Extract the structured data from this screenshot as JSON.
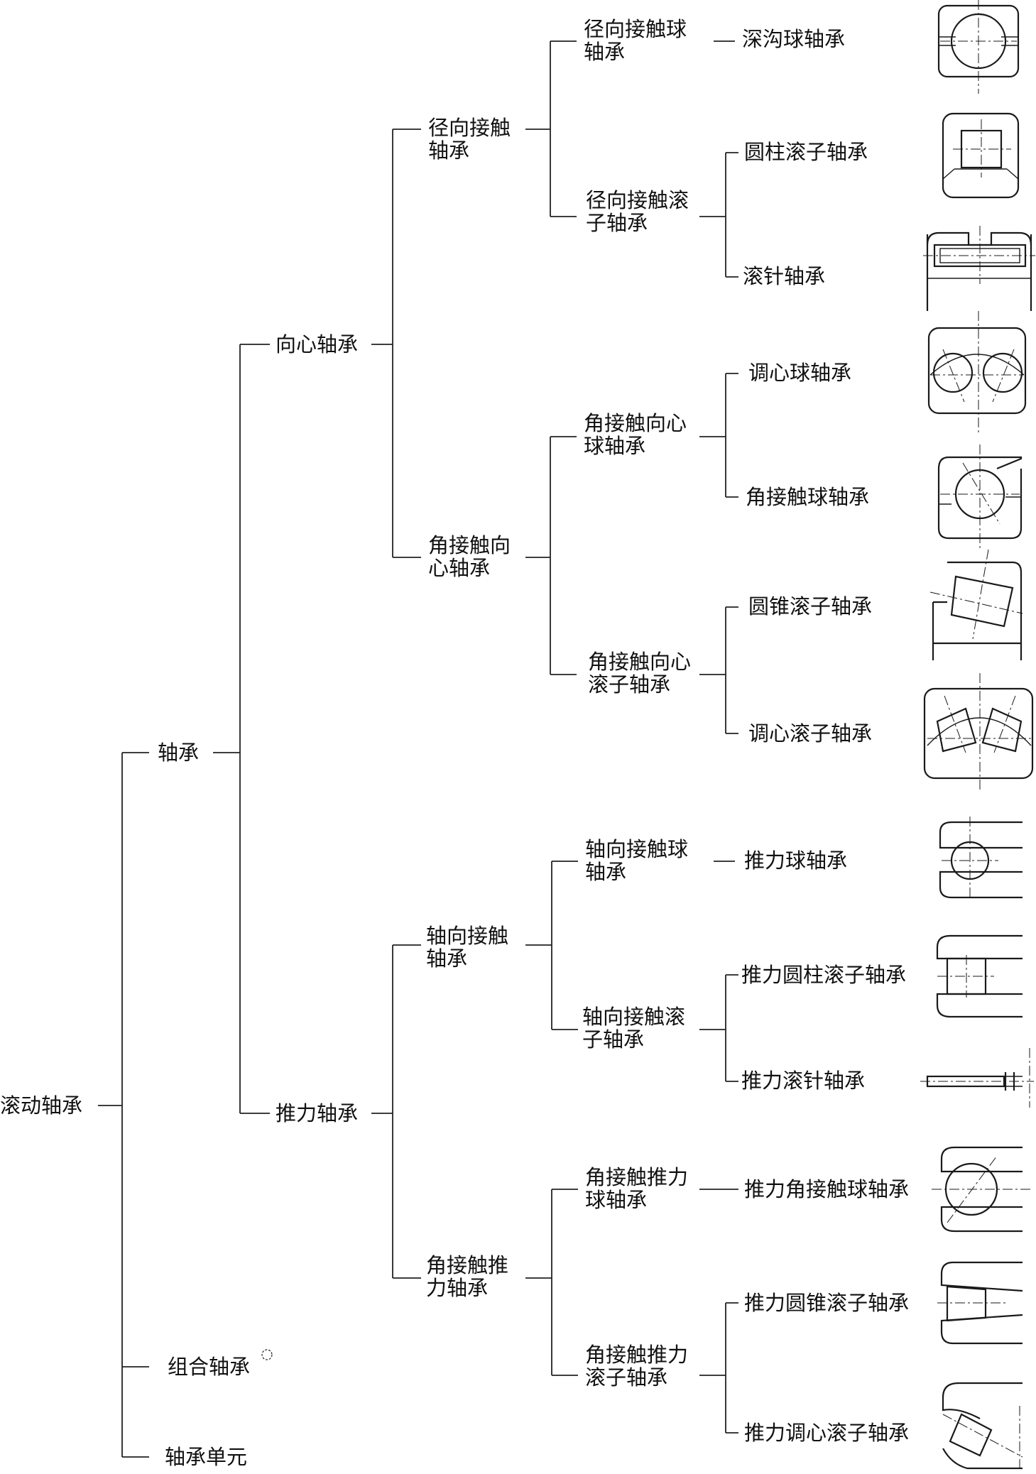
{
  "tree": {
    "root": {
      "label": "滚动轴承"
    },
    "level1": {
      "bearing": {
        "label": "轴承"
      },
      "combined": {
        "label": "组合轴承"
      },
      "unit": {
        "label": "轴承单元"
      }
    },
    "level2": {
      "radial": {
        "label": "向心轴承"
      },
      "thrust": {
        "label": "推力轴承"
      }
    },
    "level3": {
      "radial_contact": {
        "line1": "径向接触",
        "line2": "轴承"
      },
      "angular_radial": {
        "line1": "角接触向",
        "line2": "心轴承"
      },
      "axial_contact": {
        "line1": "轴向接触",
        "line2": "轴承"
      },
      "angular_thrust": {
        "line1": "角接触推",
        "line2": "力轴承"
      }
    },
    "level4": {
      "radial_ball": {
        "line1": "径向接触球",
        "line2": "轴承"
      },
      "radial_roller": {
        "line1": "径向接触滚",
        "line2": "子轴承"
      },
      "angular_ball": {
        "line1": "角接触向心",
        "line2": "球轴承"
      },
      "angular_roller": {
        "line1": "角接触向心",
        "line2": "滚子轴承"
      },
      "axial_ball": {
        "line1": "轴向接触球",
        "line2": "轴承"
      },
      "axial_roller": {
        "line1": "轴向接触滚",
        "line2": "子轴承"
      },
      "angthrust_ball": {
        "line1": "角接触推力",
        "line2": "球轴承"
      },
      "angthrust_roller": {
        "line1": "角接触推力",
        "line2": "滚子轴承"
      }
    },
    "leaves": {
      "deep_groove": {
        "label": "深沟球轴承",
        "icon": "deep-groove-ball-bearing-icon"
      },
      "cylindrical": {
        "label": "圆柱滚子轴承",
        "icon": "cylindrical-roller-bearing-icon"
      },
      "needle": {
        "label": "滚针轴承",
        "icon": "needle-roller-bearing-icon"
      },
      "self_align_ball": {
        "label": "调心球轴承",
        "icon": "self-aligning-ball-bearing-icon"
      },
      "angular_contact_ball": {
        "label": "角接触球轴承",
        "icon": "angular-contact-ball-bearing-icon"
      },
      "tapered": {
        "label": "圆锥滚子轴承",
        "icon": "tapered-roller-bearing-icon"
      },
      "spherical_roller": {
        "label": "调心滚子轴承",
        "icon": "spherical-roller-bearing-icon"
      },
      "thrust_ball": {
        "label": "推力球轴承",
        "icon": "thrust-ball-bearing-icon"
      },
      "thrust_cyl": {
        "label": "推力圆柱滚子轴承",
        "icon": "thrust-cylindrical-roller-bearing-icon"
      },
      "thrust_needle": {
        "label": "推力滚针轴承",
        "icon": "thrust-needle-roller-bearing-icon"
      },
      "thrust_ang_ball": {
        "label": "推力角接触球轴承",
        "icon": "thrust-angular-contact-ball-bearing-icon"
      },
      "thrust_tapered": {
        "label": "推力圆锥滚子轴承",
        "icon": "thrust-tapered-roller-bearing-icon"
      },
      "thrust_spherical": {
        "label": "推力调心滚子轴承",
        "icon": "thrust-spherical-roller-bearing-icon"
      }
    }
  },
  "colors": {
    "line": "#222222",
    "text": "#111111",
    "background": "#ffffff"
  }
}
